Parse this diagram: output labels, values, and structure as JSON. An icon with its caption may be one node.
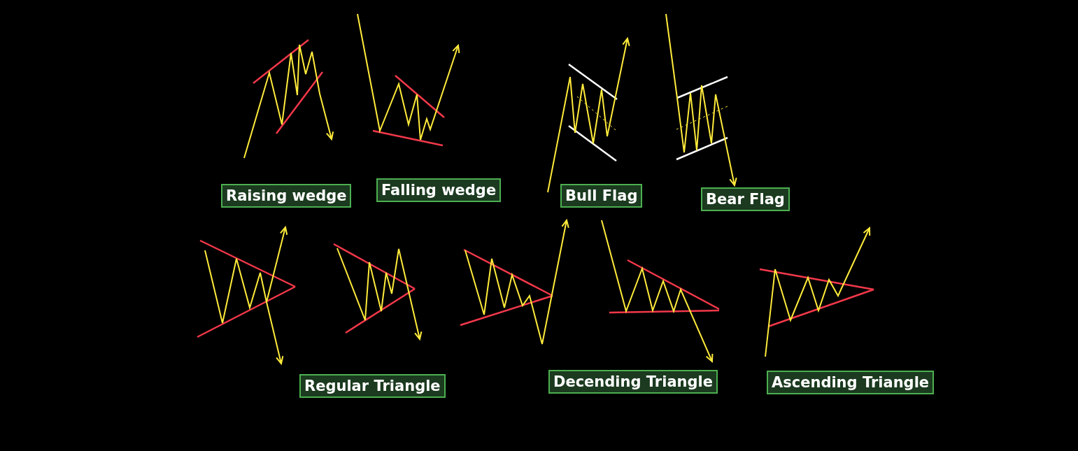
{
  "diagram": {
    "nodes": [
      {
        "text": [
          "Raising wedge"
        ]
      },
      {
        "text": [
          "Falling wedge"
        ]
      },
      {
        "text": [
          "Bull Flag"
        ]
      },
      {
        "text": [
          "Bear Flag"
        ]
      },
      {
        "text": [
          "Regular Triangle"
        ]
      },
      {
        "text": [
          "Decending Triangle"
        ]
      },
      {
        "text": [
          "Ascending Triangle"
        ]
      }
    ]
  }
}
